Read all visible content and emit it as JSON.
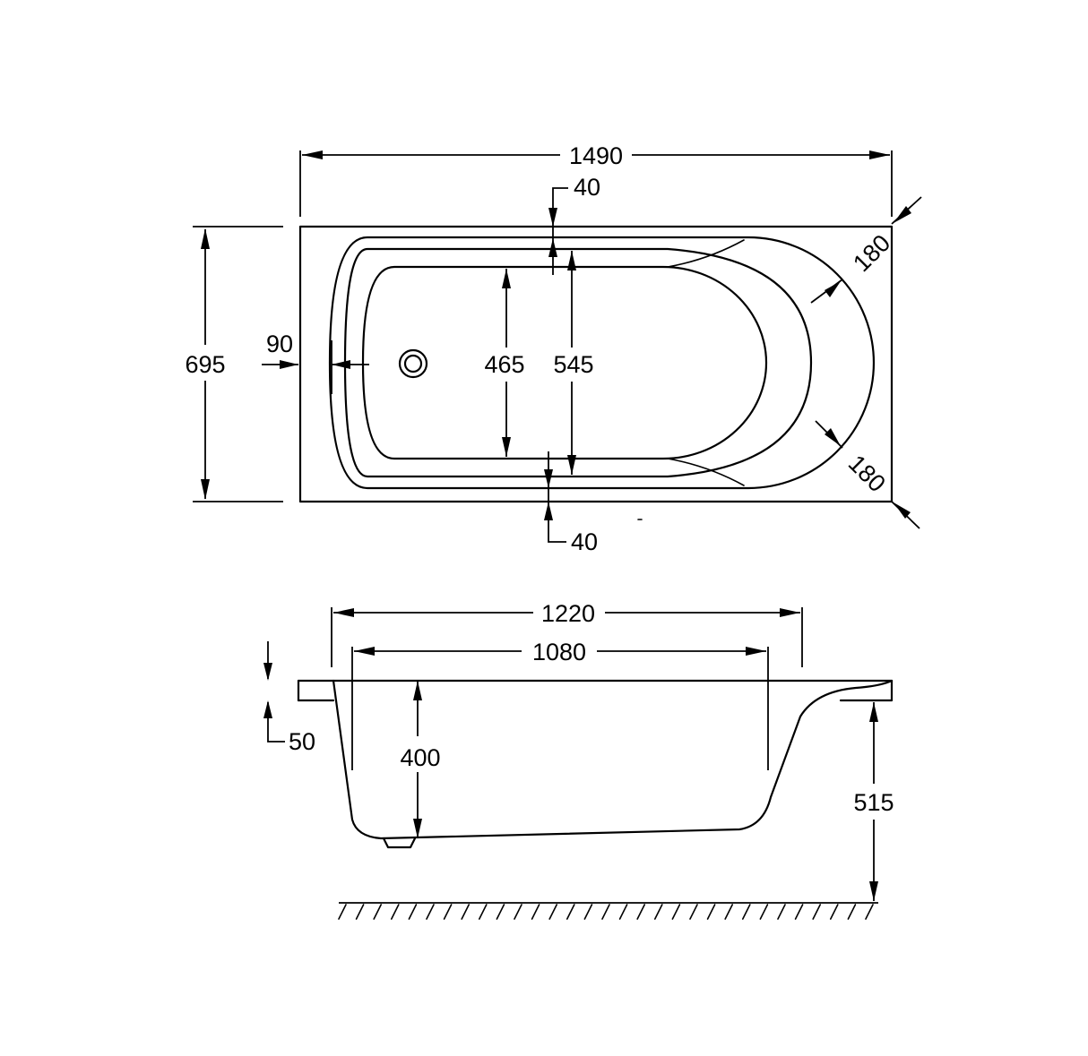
{
  "top_view": {
    "overall_length": "1490",
    "overall_width": "695",
    "rim_top": "40",
    "rim_bottom": "40",
    "end_rim": "90",
    "inner_width_bottom": "465",
    "inner_width_top": "545",
    "corner_top_right": "180",
    "corner_bottom_right": "180"
  },
  "side_view": {
    "top_length": "1220",
    "bottom_length": "1080",
    "rim_thickness": "50",
    "depth": "400",
    "total_height": "515"
  }
}
